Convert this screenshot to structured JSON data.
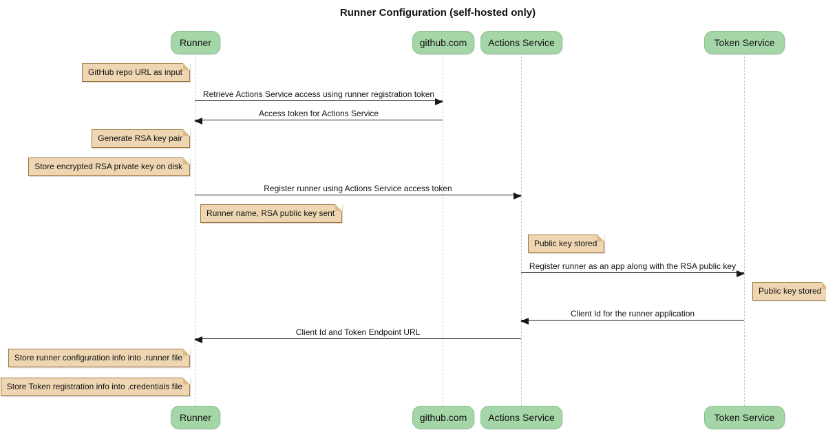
{
  "title": "Runner Configuration (self-hosted only)",
  "diagram_type": "sequence",
  "participants": [
    {
      "name": "Runner"
    },
    {
      "name": "github.com"
    },
    {
      "name": "Actions Service"
    },
    {
      "name": "Token Service"
    }
  ],
  "messages": [
    {
      "from": "Runner",
      "to": "github.com",
      "label": "Retrieve Actions Service access using runner registration token"
    },
    {
      "from": "github.com",
      "to": "Runner",
      "label": "Access token for Actions Service"
    },
    {
      "from": "Runner",
      "to": "Actions Service",
      "label": "Register runner using Actions Service access token"
    },
    {
      "from": "Actions Service",
      "to": "Token Service",
      "label": "Register runner as an app along with the RSA public key"
    },
    {
      "from": "Token Service",
      "to": "Actions Service",
      "label": "Client Id for the runner application"
    },
    {
      "from": "Actions Service",
      "to": "Runner",
      "label": "Client Id and Token Endpoint URL"
    }
  ],
  "notes": [
    {
      "anchor": "Runner",
      "side": "left",
      "text": "GitHub repo URL as input"
    },
    {
      "anchor": "Runner",
      "side": "left",
      "text": "Generate RSA key pair"
    },
    {
      "anchor": "Runner",
      "side": "left",
      "text": "Store encrypted RSA private key on disk"
    },
    {
      "anchor": "Runner",
      "side": "right",
      "text": "Runner name, RSA public key sent"
    },
    {
      "anchor": "Actions Service",
      "side": "right",
      "text": "Public key stored"
    },
    {
      "anchor": "Token Service",
      "side": "right",
      "text": "Public key stored"
    },
    {
      "anchor": "Runner",
      "side": "left",
      "text": "Store runner configuration info into .runner file"
    },
    {
      "anchor": "Runner",
      "side": "left",
      "text": "Store Token registration info into .credentials file"
    }
  ],
  "colors": {
    "participant_fill": "#a5d6a7",
    "participant_border": "#8abf8d",
    "note_fill": "#efd6b3",
    "note_border": "#a0763b",
    "lifeline": "#c8c8c8",
    "arrow": "#181818",
    "background": "#ffffff"
  }
}
